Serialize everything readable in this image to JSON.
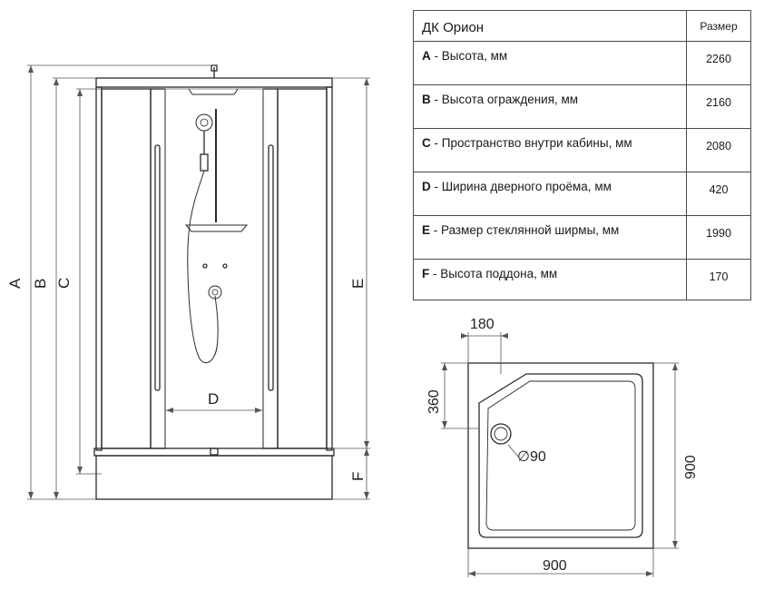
{
  "table": {
    "title": "ДК Орион",
    "value_header": "Размер",
    "rows": [
      {
        "letter": "A",
        "label": " - Высота, мм",
        "value": "2260"
      },
      {
        "letter": "B",
        "label": " - Высота ограждения, мм",
        "value": "2160"
      },
      {
        "letter": "C",
        "label": " - Пространство внутри кабины, мм",
        "value": "2080"
      },
      {
        "letter": "D",
        "label": " - Ширина дверного проёма, мм",
        "value": "420"
      },
      {
        "letter": "E",
        "label": " - Размер стеклянной ширмы, мм",
        "value": "1990"
      },
      {
        "letter": "F",
        "label": " - Высота поддона, мм",
        "value": "170"
      }
    ]
  },
  "front_view": {
    "dim_labels": {
      "a": "A",
      "b": "B",
      "c": "C",
      "d": "D",
      "e": "E",
      "f": "F"
    }
  },
  "tray_view": {
    "width_label": "900",
    "depth_label": "900",
    "corner_label": "180",
    "corner_height_label": "360",
    "drain_label": "∅90"
  },
  "colors": {
    "line": "#2a2a2a",
    "thin": "#555555",
    "text": "#222222"
  }
}
